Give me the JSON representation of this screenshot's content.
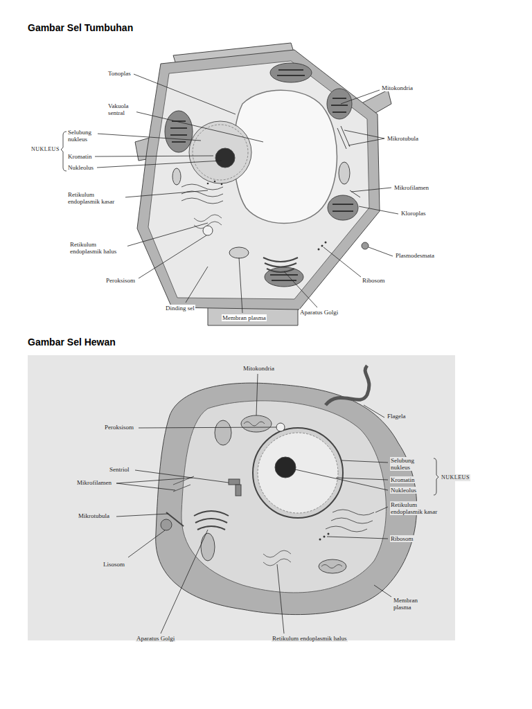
{
  "diagram": {
    "labels": [
      "Gambar Sel Tumbuhan",
      "Tonoplas",
      "Vakuola sentral",
      "Selubung nukleus",
      "Kromatin",
      "Nukleolus",
      "NUKLEUS",
      "Retikulum endoplasmik kasar",
      "Retikulum endoplasmik halus",
      "Peroksisom",
      "Dinding sel",
      "Membran plasma",
      "Aparatus Golgi",
      "Ribosom",
      "Plasmodesmata",
      "Kloroplas",
      "Mikrofilamen",
      "Mikrotubula",
      "Mitokondria",
      "Gambar Sel Hewan",
      "Mitokondria",
      "Peroksisom",
      "Flagela",
      "Sentriol",
      "Mikrofilamen",
      "Mikrotubula",
      "Lisosom",
      "Selubung nukleus",
      "Kromatin",
      "Nukleolus",
      "NUKLEUS",
      "Retikulum endoplasmik kasar",
      "Ribosom",
      "Membran plasma",
      "Aparatus Golgi",
      "Retikulum endoplasmik halus"
    ]
  }
}
